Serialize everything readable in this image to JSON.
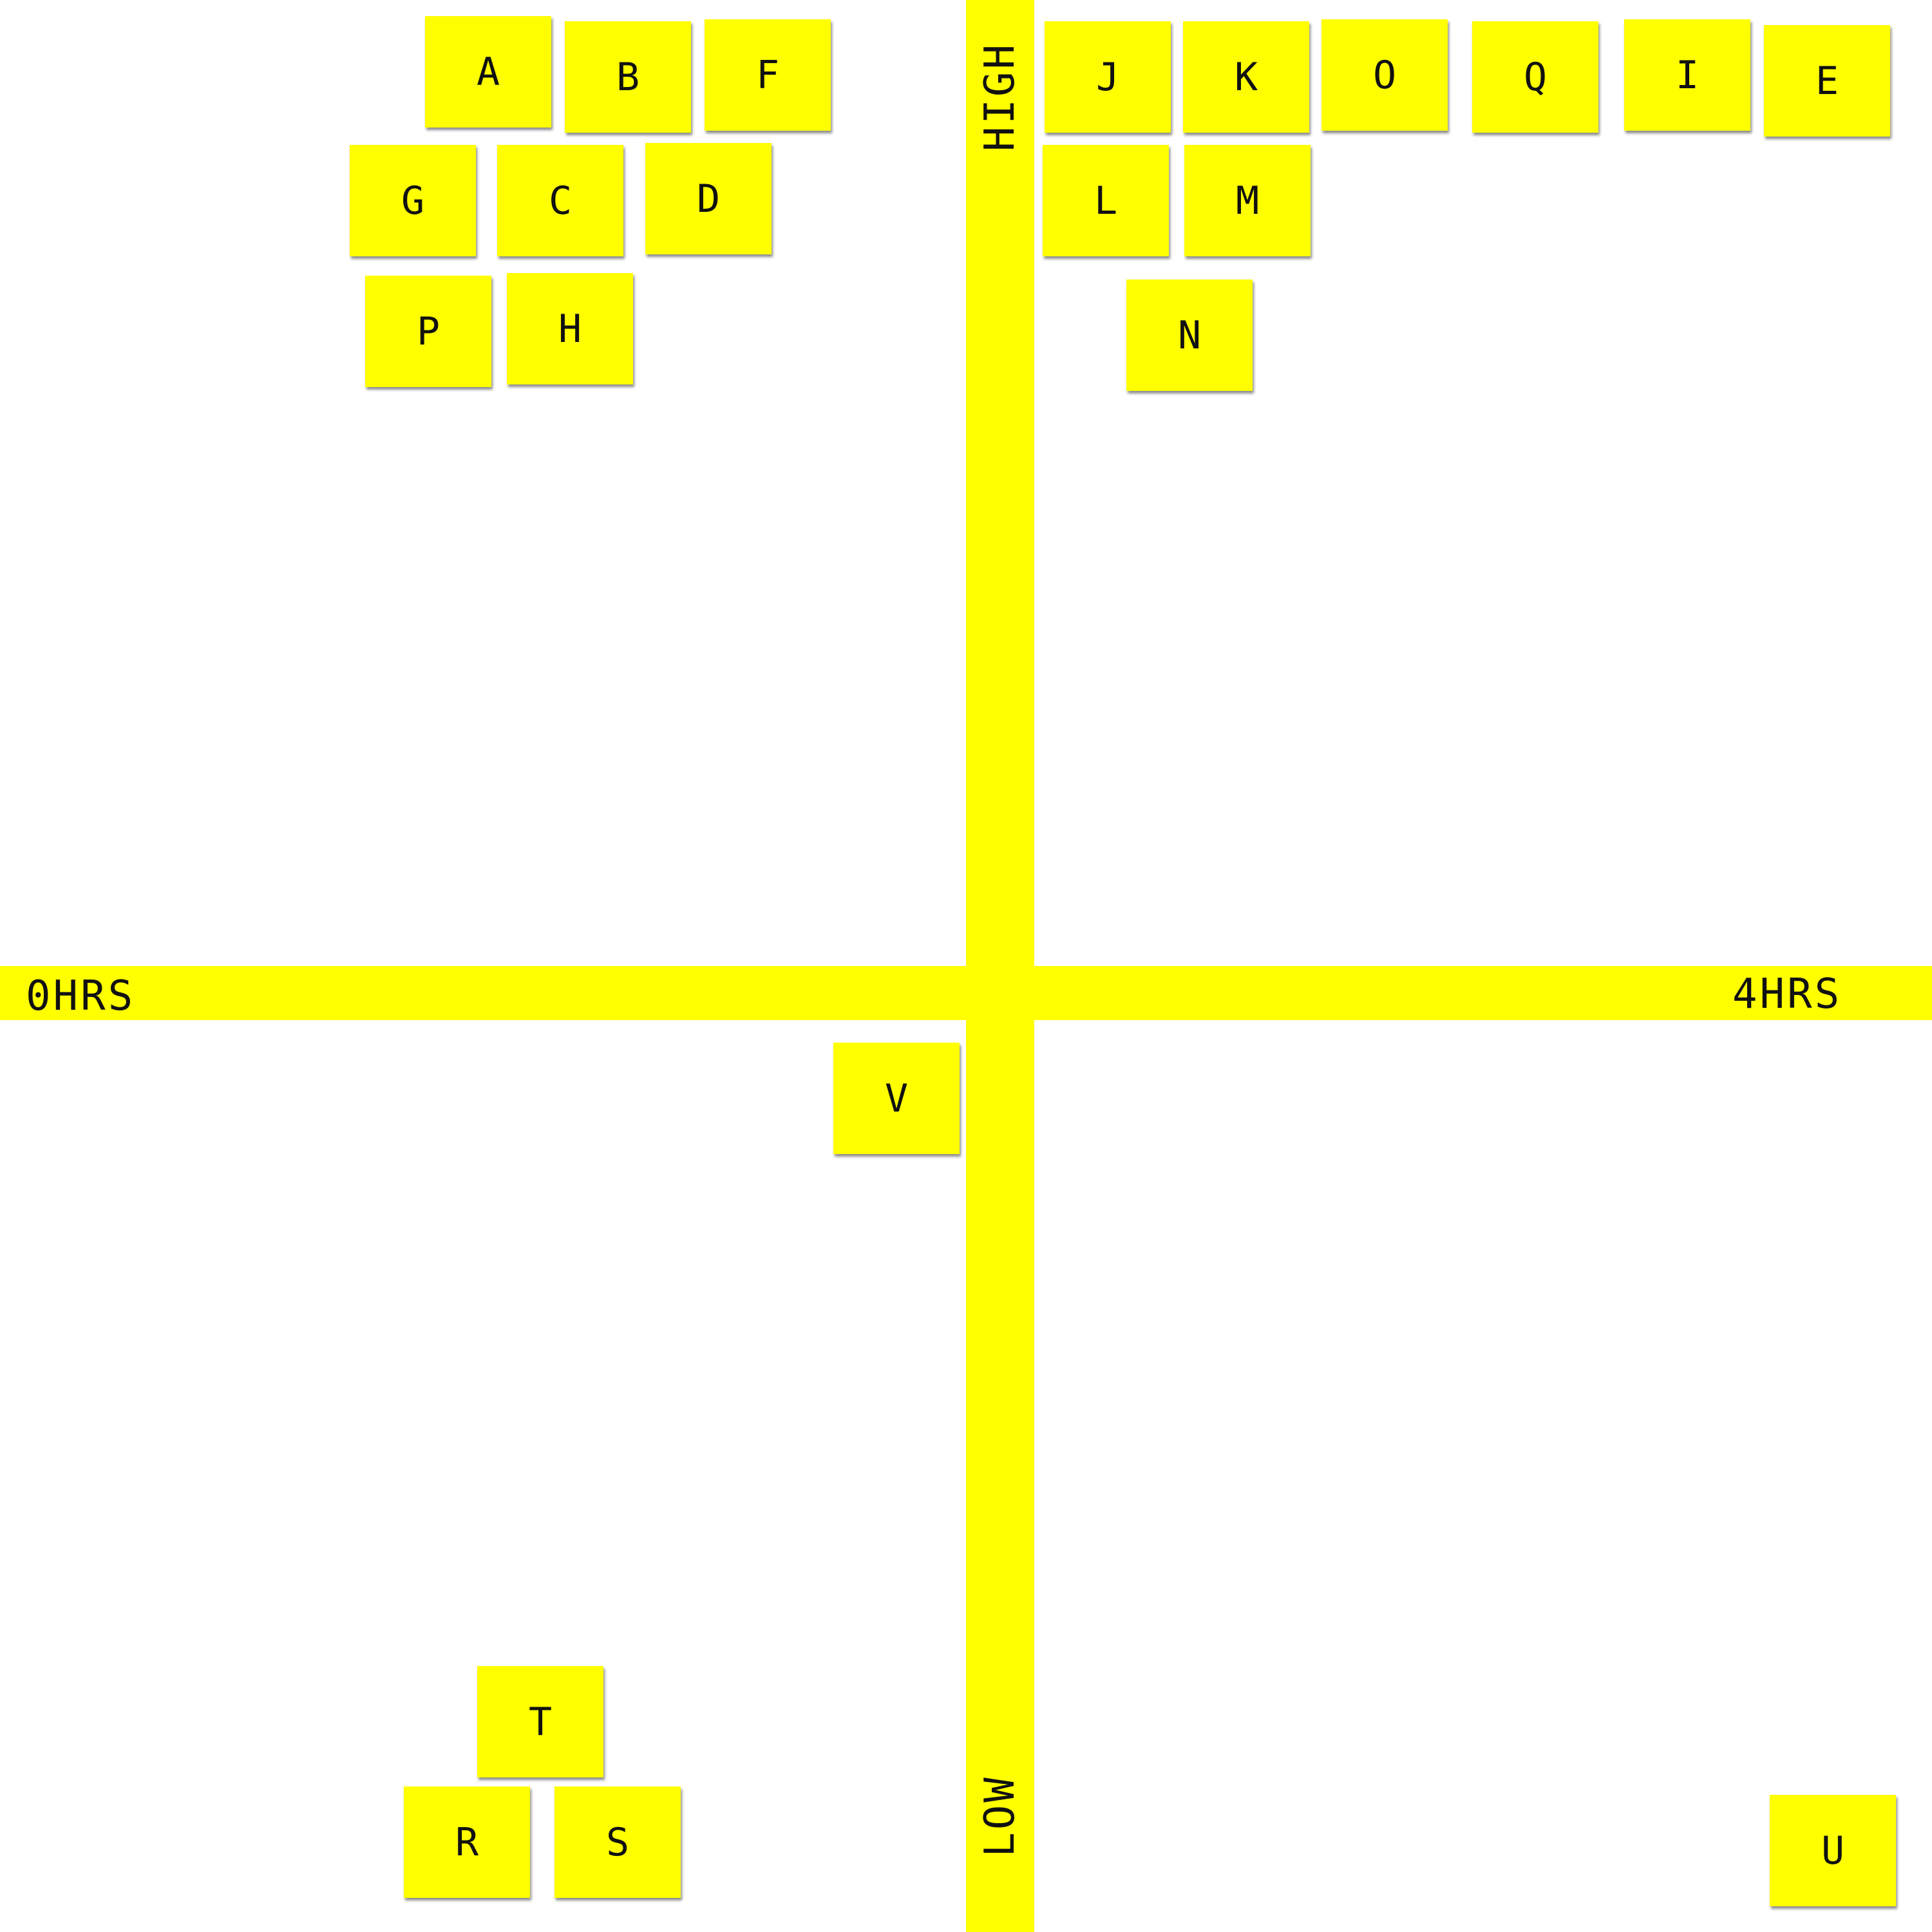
{
  "axes": {
    "x_left": "0HRS",
    "x_right": "4HRS",
    "y_top": "HIGH",
    "y_bottom": "LOW"
  },
  "notes": [
    "A",
    "B",
    "F",
    "G",
    "C",
    "D",
    "P",
    "H",
    "J",
    "K",
    "O",
    "Q",
    "I",
    "E",
    "L",
    "M",
    "N",
    "V",
    "T",
    "R",
    "S",
    "U"
  ],
  "colors": {
    "note": "#ffff00",
    "axis": "#ffff00",
    "ink": "#111111",
    "background": "#ffffff"
  }
}
